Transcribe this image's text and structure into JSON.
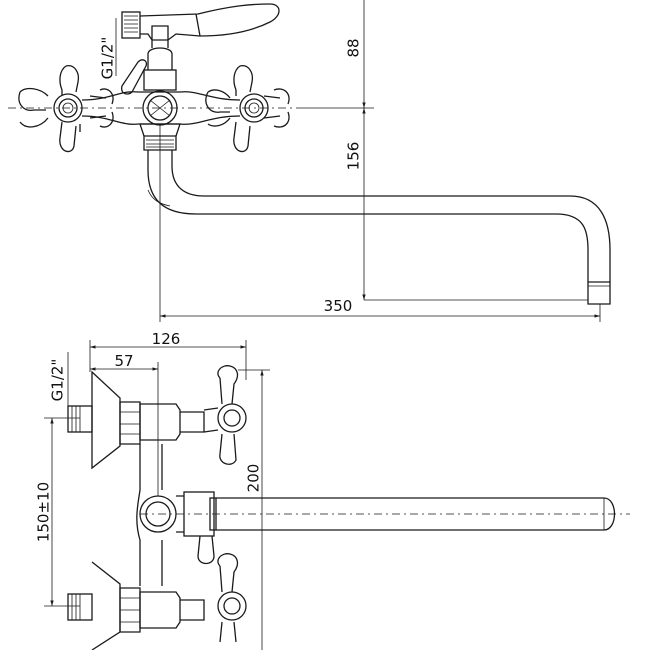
{
  "drawing": {
    "top_view": {
      "dim_height_upper": "88",
      "dim_height_lower": "156",
      "dim_spout_length": "350",
      "thread_label": "G1/2\""
    },
    "side_view": {
      "dim_width_total": "126",
      "dim_offset": "57",
      "dim_overall_height": "200",
      "dim_inlet_spacing": "150±10",
      "thread_label": "G1/2\""
    }
  }
}
